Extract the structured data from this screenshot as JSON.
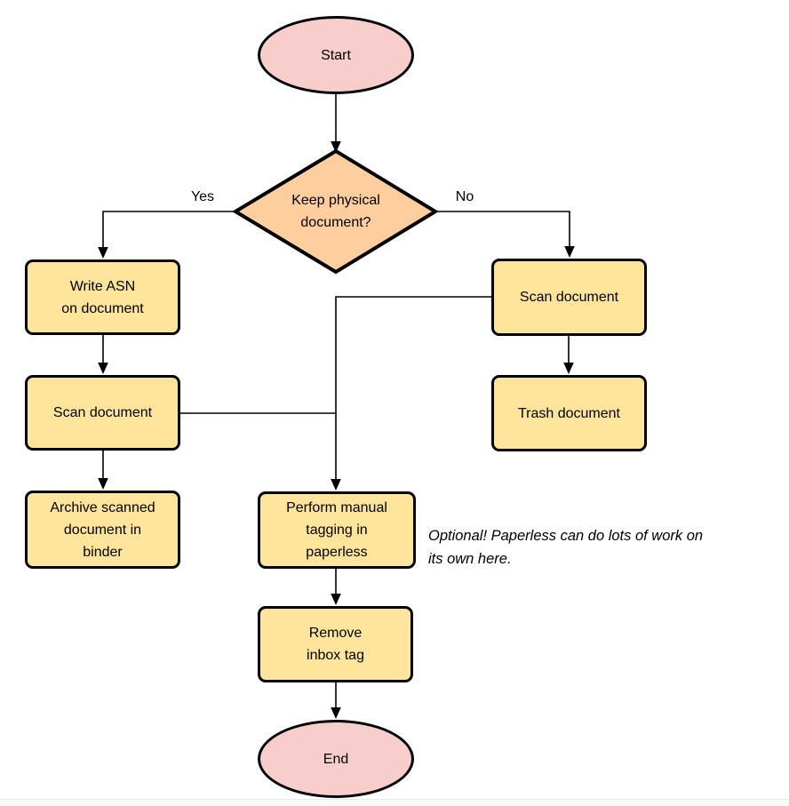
{
  "colors": {
    "terminal_fill": "#f8cecc",
    "decision_fill": "#ffce9e",
    "process_fill": "#ffe49c",
    "stroke": "#000000",
    "background": "#ffffff"
  },
  "nodes": {
    "start": {
      "label": "Start"
    },
    "decision": {
      "lines": [
        "Keep physical",
        "document?"
      ]
    },
    "write_asn": {
      "lines": [
        "Write ASN",
        "on document"
      ]
    },
    "scan_left": {
      "label": "Scan document"
    },
    "archive": {
      "lines": [
        "Archive scanned",
        "document in",
        "binder"
      ]
    },
    "scan_right": {
      "label": "Scan document"
    },
    "trash": {
      "label": "Trash document"
    },
    "tagging": {
      "lines": [
        "Perform manual",
        "tagging in",
        "paperless"
      ]
    },
    "remove_inbox": {
      "lines": [
        "Remove",
        "inbox tag"
      ]
    },
    "end": {
      "label": "End"
    }
  },
  "edge_labels": {
    "yes": "Yes",
    "no": "No"
  },
  "annotation": {
    "lines": [
      "Optional! Paperless can do lots of work on",
      "its own here."
    ]
  }
}
